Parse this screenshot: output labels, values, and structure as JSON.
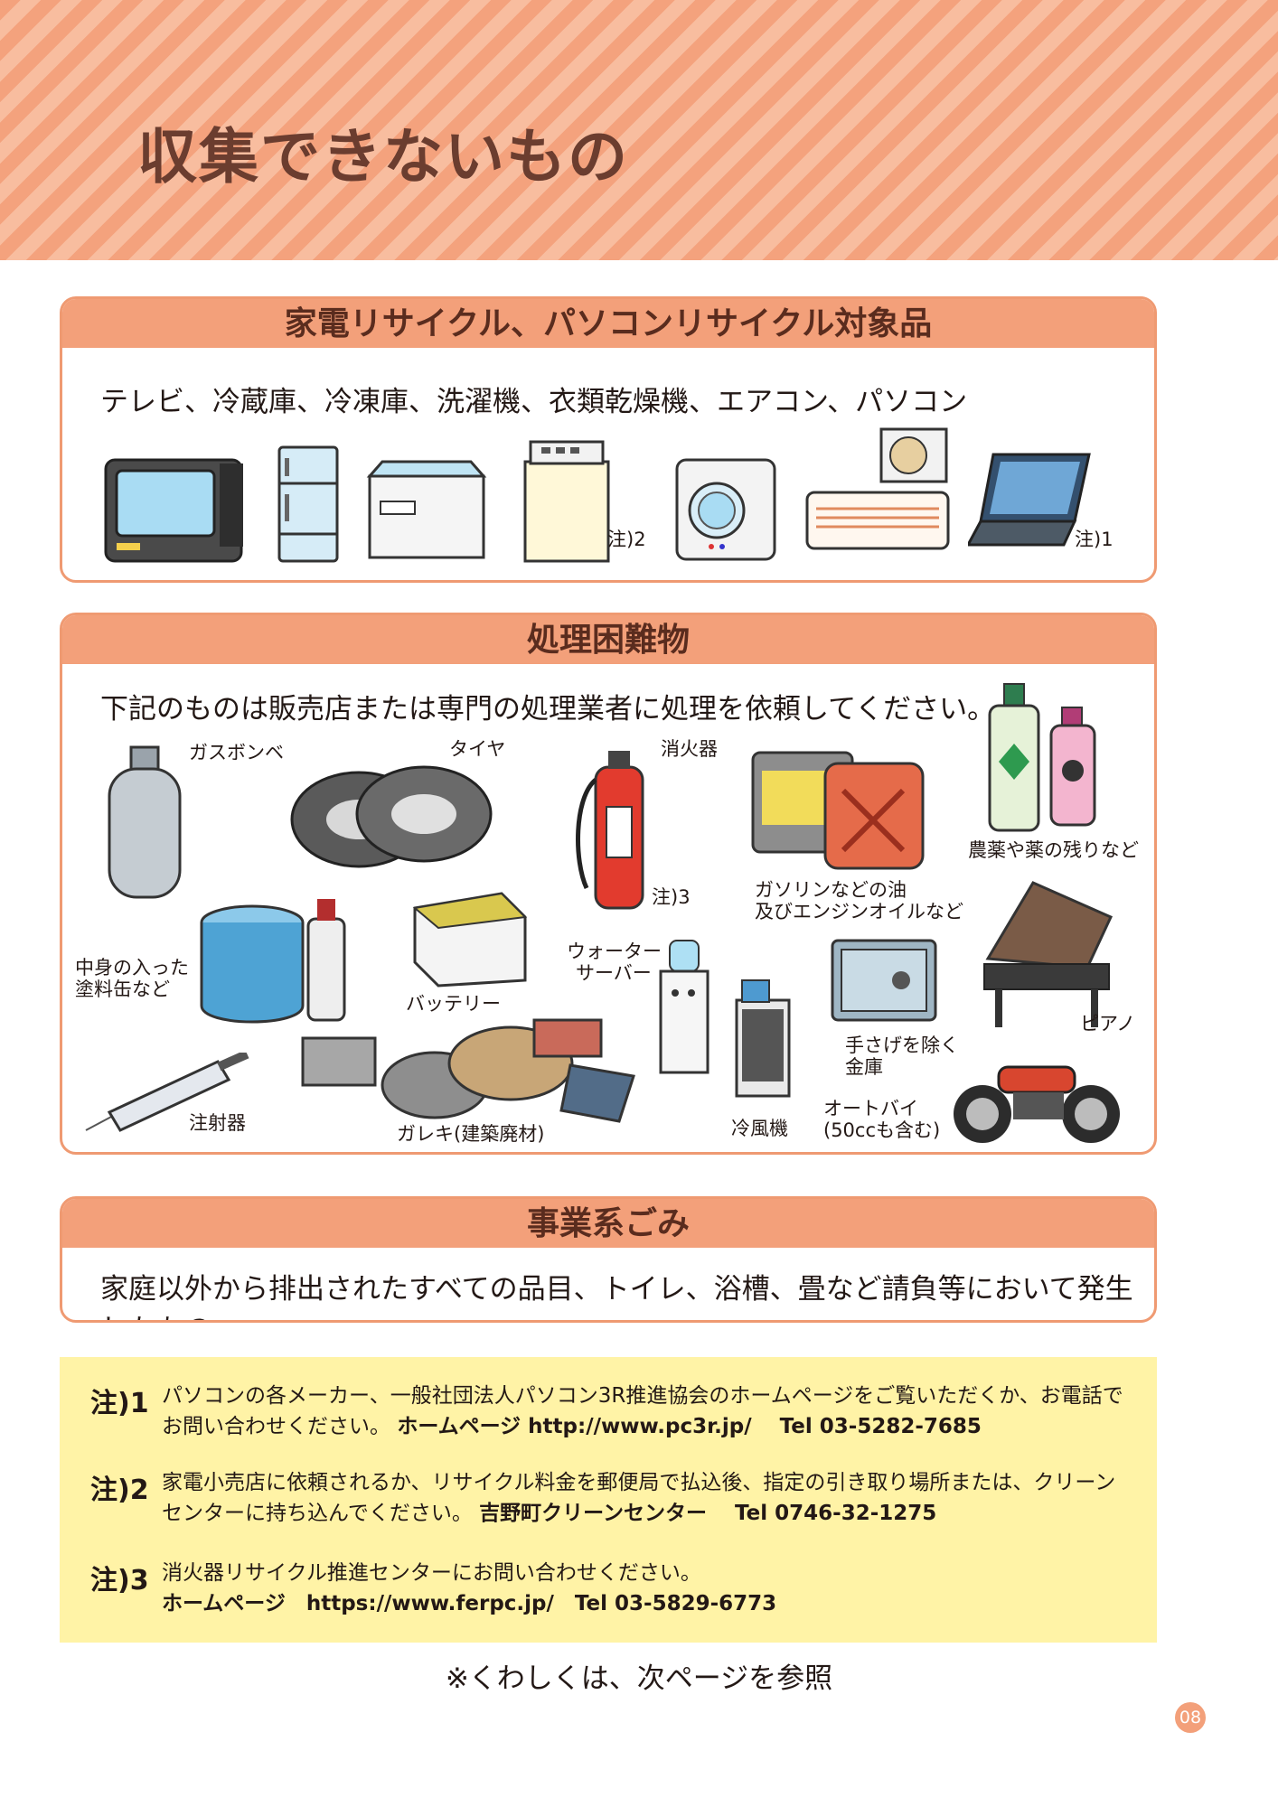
{
  "header": {
    "title": "収集できないもの"
  },
  "recycle": {
    "heading": "家電リサイクル、パソコンリサイクル対象品",
    "items_text": "テレビ、冷蔵庫、冷凍庫、洗濯機、衣類乾燥機、エアコン、パソコン",
    "note2": "注)2",
    "note1": "注)1"
  },
  "difficult": {
    "heading": "処理困難物",
    "intro": "下記のものは販売店または専門の処理業者に処理を依頼してください。",
    "labels": {
      "gas": "ガスボンベ",
      "tire": "タイヤ",
      "extinguisher": "消火器",
      "extinguisher_note": "注)3",
      "pesticide": "農薬や薬の残りなど",
      "gasoline_1": "ガソリンなどの油",
      "gasoline_2": "及びエンジンオイルなど",
      "paint_1": "中身の入った",
      "paint_2": "塗料缶など",
      "battery": "バッテリー",
      "water_1": "ウォーター",
      "water_2": "サーバー",
      "safe_1": "手さげを除く",
      "safe_2": "金庫",
      "piano": "ピアノ",
      "syringe": "注射器",
      "rubble": "ガレキ(建築廃材)",
      "cooler": "冷風機",
      "bike_1": "オートバイ",
      "bike_2": "(50ccも含む)"
    }
  },
  "business": {
    "heading": "事業系ごみ",
    "text": "家庭以外から排出されたすべての品目、トイレ、浴槽、畳など請負等において発生したもの。"
  },
  "notes": [
    {
      "key": "注)1",
      "line1": "パソコンの各メーカー、一般社団法人パソコン3R推進協会のホームページをご覧いただくか、お電話で",
      "line2a": "お問い合わせください。",
      "line2b": "ホームページ http://www.pc3r.jp/　 Tel 03-5282-7685"
    },
    {
      "key": "注)2",
      "line1": "家電小売店に依頼されるか、リサイクル料金を郵便局で払込後、指定の引き取り場所または、クリーン",
      "line2a": "センターに持ち込んでください。",
      "line2b": "吉野町クリーンセンター　 Tel 0746-32-1275"
    },
    {
      "key": "注)3",
      "line1": "消火器リサイクル推進センターにお問い合わせください。",
      "line2a": "",
      "line2b": "ホームページ　https://www.ferpc.jp/　Tel 03-5829-6773"
    }
  ],
  "footer": {
    "ref": "※くわしくは、次ページを参照",
    "page": "08"
  }
}
